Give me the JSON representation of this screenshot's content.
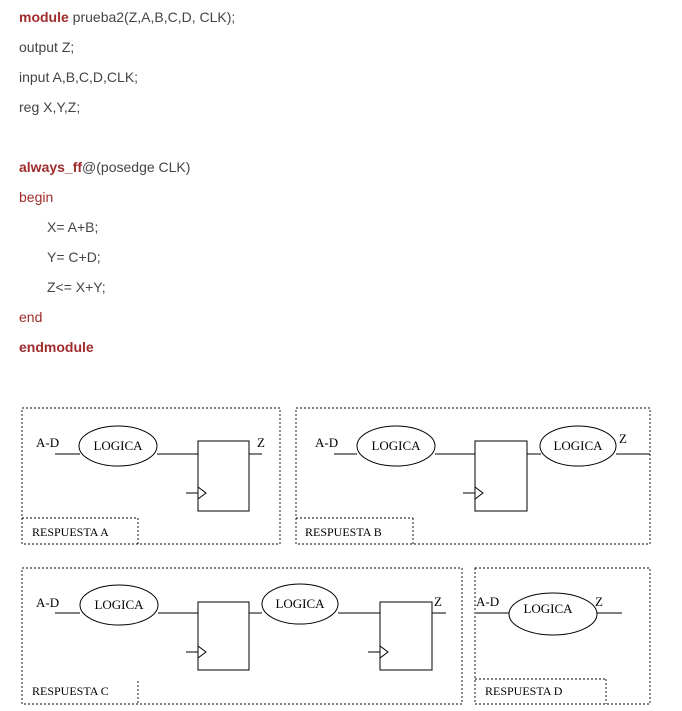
{
  "code": {
    "lines": [
      {
        "kw": "module",
        "rest": " prueba2(Z,A,B,C,D, CLK);"
      },
      {
        "text": "output Z;"
      },
      {
        "text": "input A,B,C,D,CLK;"
      },
      {
        "text": "reg X,Y,Z;"
      },
      {
        "kw": "always_ff",
        "rest": "@(posedge CLK)"
      },
      {
        "kw2": "begin"
      },
      {
        "text": "X= A+B;"
      },
      {
        "text": "Y= C+D;"
      },
      {
        "text": "Z<= X+Y;"
      },
      {
        "kw2": "end"
      },
      {
        "kw": "endmodule"
      }
    ]
  },
  "diagram": {
    "logic_label": "LOGICA",
    "input_label": "A-D",
    "output_label": "Z",
    "panels": {
      "a": {
        "label": "RESPUESTA A"
      },
      "b": {
        "label": "RESPUESTA B"
      },
      "c": {
        "label": "RESPUESTA C"
      },
      "d": {
        "label": "RESPUESTA D"
      }
    }
  },
  "colors": {
    "keyword": "#a02c2c",
    "text": "#444444",
    "line": "#000000"
  }
}
